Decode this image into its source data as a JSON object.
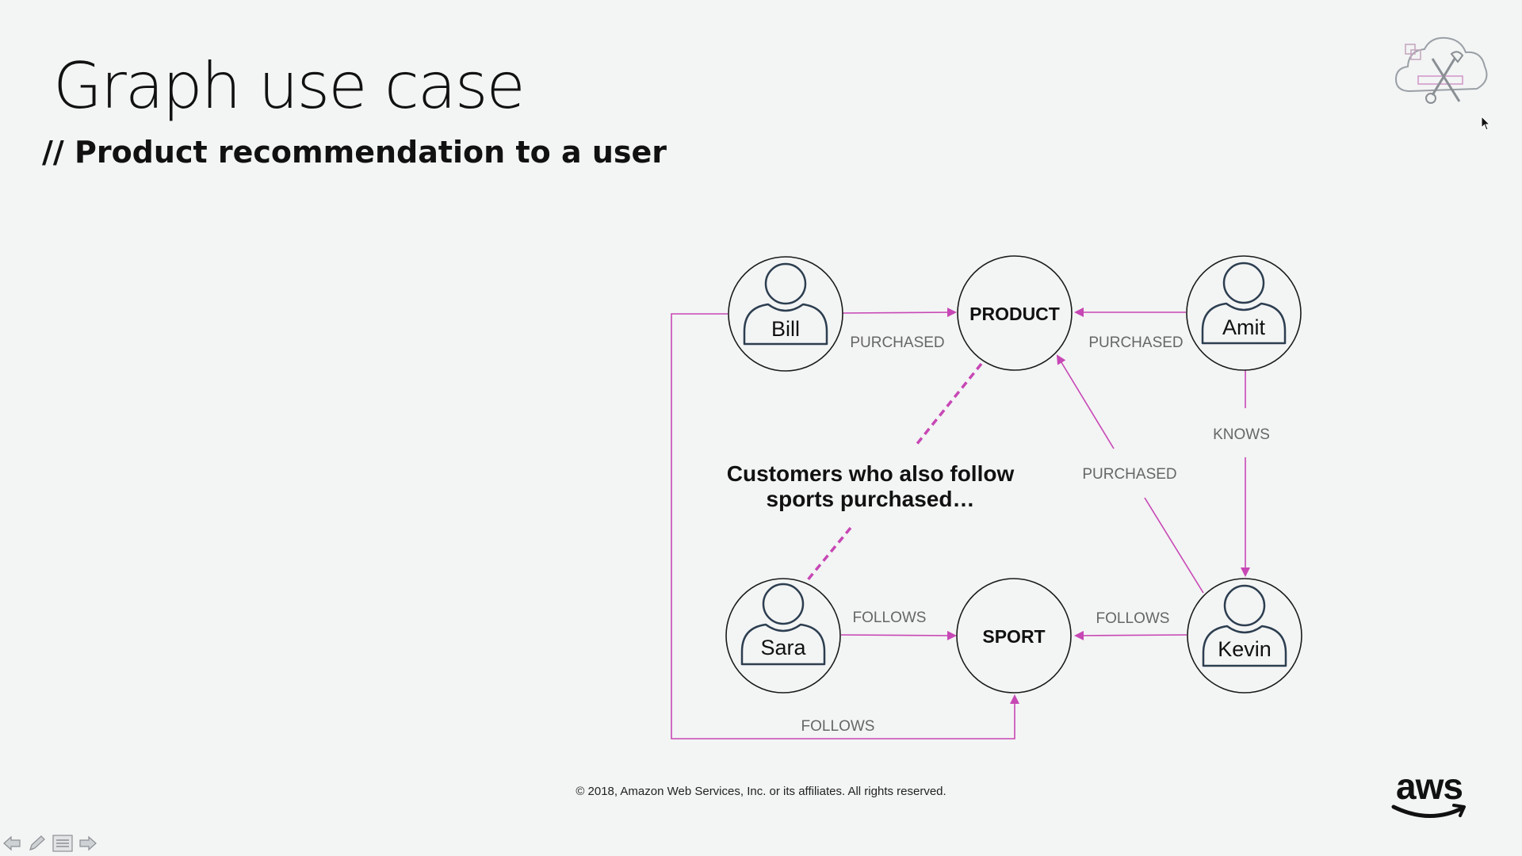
{
  "slide": {
    "title": "Graph use case",
    "subtitle": "// Product recommendation to a user",
    "footer": "© 2018, Amazon Web Services, Inc. or its affiliates. All rights reserved.",
    "logo_text": "aws"
  },
  "diagram": {
    "nodes": {
      "bill": "Bill",
      "product": "PRODUCT",
      "amit": "Amit",
      "sara": "Sara",
      "sport": "SPORT",
      "kevin": "Kevin"
    },
    "edges": {
      "bill_product": "PURCHASED",
      "amit_product": "PURCHASED",
      "amit_kevin": "KNOWS",
      "kevin_product": "PURCHASED",
      "sara_sport": "FOLLOWS",
      "kevin_sport": "FOLLOWS",
      "bill_sport": "FOLLOWS"
    },
    "annotation": {
      "line1": "Customers who also follow",
      "line2": "sports purchased…"
    }
  },
  "colors": {
    "accent": "#c747b5",
    "node_stroke": "#1a1a1a",
    "person_stroke": "#2c3e50",
    "edge_label": "#666666",
    "background": "#f3f4f4"
  },
  "icons": {
    "corner": "tools-cloud-icon",
    "logo": "aws-logo-icon",
    "cursor": "mouse-pointer-icon",
    "nav": [
      "arrow-left-icon",
      "pen-icon",
      "menu-icon",
      "arrow-right-icon"
    ]
  }
}
